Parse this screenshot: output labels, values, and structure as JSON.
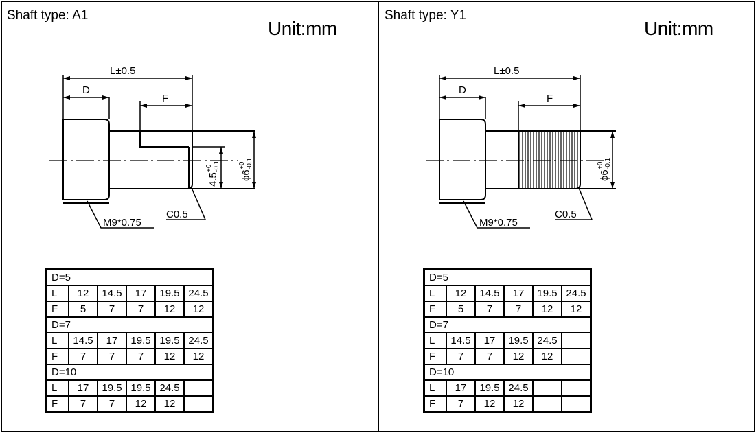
{
  "panels": [
    {
      "title": "Shaft type:  A1",
      "unit": "Unit:mm",
      "drawing": {
        "length_label": "L±0.5",
        "d_label": "D",
        "f_label": "F",
        "thread_label": "M9*0.75",
        "chamfer_label": "C0.5",
        "small_dia_label": "4.5",
        "small_dia_tol_upper": "+0",
        "small_dia_tol_lower": "-0.1",
        "dia_label": "ϕ6",
        "dia_tol_upper": "+0",
        "dia_tol_lower": "-0.1"
      },
      "table": [
        {
          "header": "D=5",
          "rows": [
            {
              "key": "L",
              "values": [
                "12",
                "14.5",
                "17",
                "19.5",
                "24.5"
              ]
            },
            {
              "key": "F",
              "values": [
                "5",
                "7",
                "7",
                "12",
                "12"
              ]
            }
          ]
        },
        {
          "header": "D=7",
          "rows": [
            {
              "key": "L",
              "values": [
                "14.5",
                "17",
                "19.5",
                "19.5",
                "24.5"
              ]
            },
            {
              "key": "F",
              "values": [
                "7",
                "7",
                "7",
                "12",
                "12"
              ]
            }
          ]
        },
        {
          "header": "D=10",
          "rows": [
            {
              "key": "L",
              "values": [
                "17",
                "19.5",
                "19.5",
                "24.5",
                ""
              ]
            },
            {
              "key": "F",
              "values": [
                "7",
                "7",
                "12",
                "12",
                ""
              ]
            }
          ]
        }
      ]
    },
    {
      "title": "Shaft type:  Y1",
      "unit": "Unit:mm",
      "drawing": {
        "length_label": "L±0.5",
        "d_label": "D",
        "f_label": "F",
        "thread_label": "M9*0.75",
        "chamfer_label": "C0.5",
        "dia_label": "ϕ6",
        "dia_tol_upper": "+0",
        "dia_tol_lower": "-0.1"
      },
      "table": [
        {
          "header": "D=5",
          "rows": [
            {
              "key": "L",
              "values": [
                "12",
                "14.5",
                "17",
                "19.5",
                "24.5"
              ]
            },
            {
              "key": "F",
              "values": [
                "5",
                "7",
                "7",
                "12",
                "12"
              ]
            }
          ]
        },
        {
          "header": "D=7",
          "rows": [
            {
              "key": "L",
              "values": [
                "14.5",
                "17",
                "19.5",
                "24.5",
                ""
              ]
            },
            {
              "key": "F",
              "values": [
                "7",
                "7",
                "12",
                "12",
                ""
              ]
            }
          ]
        },
        {
          "header": "D=10",
          "rows": [
            {
              "key": "L",
              "values": [
                "17",
                "19.5",
                "24.5",
                "",
                ""
              ]
            },
            {
              "key": "F",
              "values": [
                "7",
                "12",
                "12",
                "",
                ""
              ]
            }
          ]
        }
      ]
    }
  ]
}
